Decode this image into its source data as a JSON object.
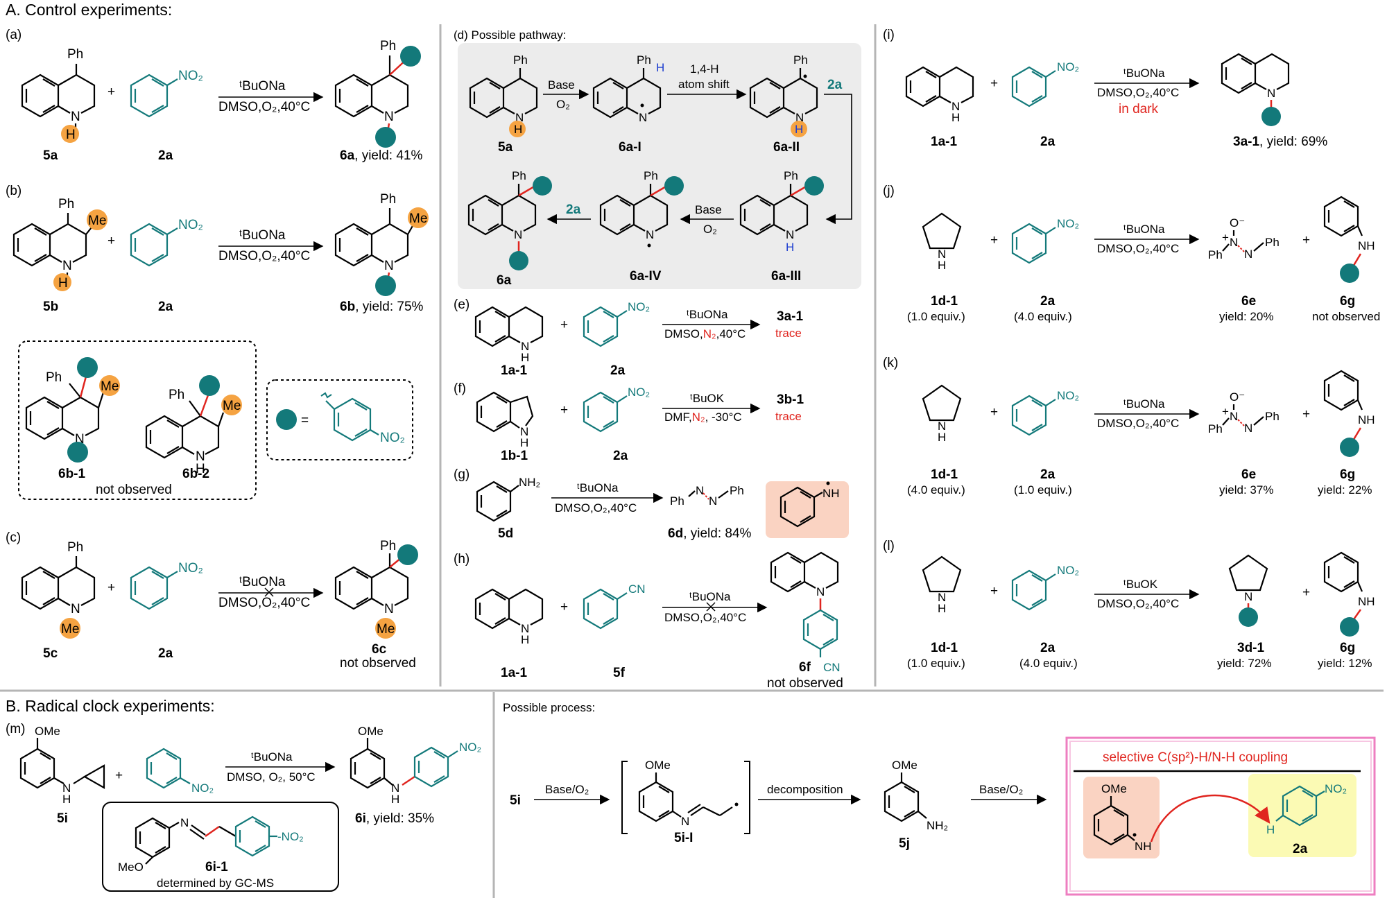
{
  "colors": {
    "teal": "#13797a",
    "orange": "#f5a342",
    "red": "#e0251f",
    "blue": "#1f3fd0",
    "grey_bg": "#ececec",
    "salmon": "#fad3c2",
    "yellow": "#fbfab4",
    "pink": "#ee7ec0"
  },
  "section_a": {
    "title": "A. Control experiments:"
  },
  "section_b": {
    "title": "B. Radical clock experiments:"
  },
  "exp_a": {
    "label": "(a)",
    "sm": "5a",
    "reagent": "2a",
    "cond1": "ᵗBuONa",
    "cond2": "DMSO,O₂,40°C",
    "product": "6a",
    "yield": ", yield: 41%"
  },
  "exp_b": {
    "label": "(b)",
    "sm": "5b",
    "reagent": "2a",
    "cond1": "ᵗBuONa",
    "cond2": "DMSO,O₂,40°C",
    "product": "6b",
    "yield": ", yield: 75%"
  },
  "boxes": {
    "p1": "6b-1",
    "p2": "6b-2",
    "note": "not observed"
  },
  "exp_c": {
    "label": "(c)",
    "sm": "5c",
    "reagent": "2a",
    "cond1": "ᵗBuONa",
    "cond2": "DMSO,O₂,40°C",
    "product": "6c",
    "note": "not observed"
  },
  "pathway": {
    "label": "(d) Possible pathway:",
    "c1": "5a",
    "c2": "6a-I",
    "c3": "6a-II",
    "c4": "6a-III",
    "c5": "6a-IV",
    "c6": "6a",
    "base": "Base",
    "o2": "O₂",
    "shift1": "1,4-H",
    "shift2": "atom shift",
    "r1": "2a",
    "r2": "2a",
    "base2": "Base",
    "o2b": "O₂"
  },
  "exp_e": {
    "label": "(e)",
    "sm": "1a-1",
    "reagent": "2a",
    "cond1": "ᵗBuONa",
    "cond2_a": "DMSO,",
    "cond2_b": "N₂",
    "cond2_c": ",40°C",
    "product": "3a-1",
    "result": "trace"
  },
  "exp_f": {
    "label": "(f)",
    "sm": "1b-1",
    "reagent": "2a",
    "cond1": "ᵗBuOK",
    "cond2_a": "DMF,",
    "cond2_b": "N₂",
    "cond2_c": ", -30°C",
    "product": "3b-1",
    "result": "trace"
  },
  "exp_g": {
    "label": "(g)",
    "sm": "5d",
    "cond1": "ᵗBuONa",
    "cond2": "DMSO,O₂,40°C",
    "product": "6d",
    "yield": ", yield: 84%"
  },
  "exp_h": {
    "label": "(h)",
    "sm": "1a-1",
    "reagent": "5f",
    "cond1": "ᵗBuONa",
    "cond2": "DMSO,O₂,40°C",
    "product": "6f",
    "note": "not observed"
  },
  "exp_i": {
    "label": "(i)",
    "sm": "1a-1",
    "reagent": "2a",
    "cond1": "ᵗBuONa",
    "cond2": "DMSO,O₂,40°C",
    "cond3": "in dark",
    "product": "3a-1",
    "yield": ", yield: 69%"
  },
  "exp_j": {
    "label": "(j)",
    "sm": "1d-1",
    "sm_eq": "(1.0 equiv.)",
    "reagent": "2a",
    "reagent_eq": "(4.0 equiv.)",
    "cond1": "ᵗBuONa",
    "cond2": "DMSO,O₂,40°C",
    "p1": "6e",
    "p1_yield": "yield: 20%",
    "p2": "6g",
    "p2_yield": "not observed"
  },
  "exp_k": {
    "label": "(k)",
    "sm": "1d-1",
    "sm_eq": "(4.0 equiv.)",
    "reagent": "2a",
    "reagent_eq": "(1.0 equiv.)",
    "cond1": "ᵗBuONa",
    "cond2": "DMSO,O₂,40°C",
    "p1": "6e",
    "p1_yield": "yield: 37%",
    "p2": "6g",
    "p2_yield": "yield: 22%"
  },
  "exp_l": {
    "label": "(l)",
    "sm": "1d-1",
    "sm_eq": "(1.0 equiv.)",
    "reagent": "2a",
    "reagent_eq": "(4.0 equiv.)",
    "cond1": "ᵗBuOK",
    "cond2": "DMSO,O₂,40°C",
    "p1": "3d-1",
    "p1_yield": "yield: 72%",
    "p2": "6g",
    "p2_yield": "yield: 12%"
  },
  "exp_m": {
    "label": "(m)",
    "sm": "5i",
    "cond1": "ᵗBuONa",
    "cond2": "DMSO, O₂, 50°C",
    "product": "6i",
    "yield": ", yield: 35%",
    "side": "6i-1",
    "side_note": "determined by GC-MS"
  },
  "process": {
    "label": "Possible process:",
    "start": "5i",
    "step1": "Base/O₂",
    "int1": "5i-I",
    "step2": "decomposition",
    "int2": "5j",
    "step3": "Base/O₂",
    "box_title": "selective C(sp²)-H/N-H coupling",
    "box_reagent": "2a"
  },
  "atoms": {
    "ph": "Ph",
    "n": "N",
    "h": "H",
    "nh": "NH",
    "nh2": "NH₂",
    "no2": "NO₂",
    "no2b": "-NO₂",
    "me": "Me",
    "ome": "OMe",
    "meo": "MeO",
    "cn": "CN",
    "o_minus": "O⁻",
    "plus": "+",
    "eq": "="
  }
}
